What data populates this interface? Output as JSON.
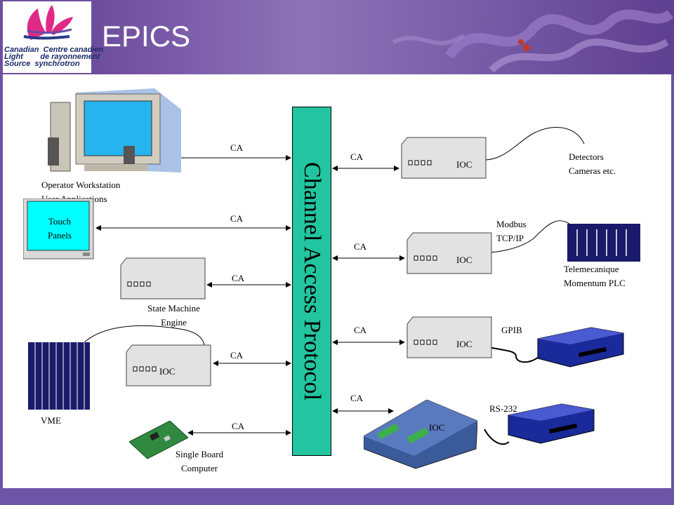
{
  "header": {
    "title": "EPICS",
    "logo": {
      "line1": "Canadian  Centre canadien",
      "line2": "Light        de rayonnement",
      "line3": "Source  synchrotron"
    }
  },
  "bus": {
    "label": "Channel Access Protocol"
  },
  "links": {
    "ca": "CA"
  },
  "left": {
    "workstation": {
      "line1": "Operator Workstation",
      "line2": "User Applications"
    },
    "touch": {
      "line1": "Touch",
      "line2": "Panels"
    },
    "state_machine": {
      "line1": "State Machine",
      "line2": "Engine"
    },
    "ioc_label": "IOC",
    "vme": "VME",
    "sbc": {
      "line1": "Single Board",
      "line2": "Computer"
    }
  },
  "right": {
    "ioc_label": "IOC",
    "detectors": {
      "line1": "Detectors",
      "line2": "Cameras etc."
    },
    "modbus": {
      "line1": "Modbus",
      "line2": "TCP/IP"
    },
    "plc": {
      "line1": "Telemecanique",
      "line2": "Momentum PLC"
    },
    "gpib": "GPIB",
    "rs232": "RS-232"
  },
  "colors": {
    "banner": "#6d54a6",
    "bus": "#22c5a0",
    "title": "#ffffff"
  }
}
